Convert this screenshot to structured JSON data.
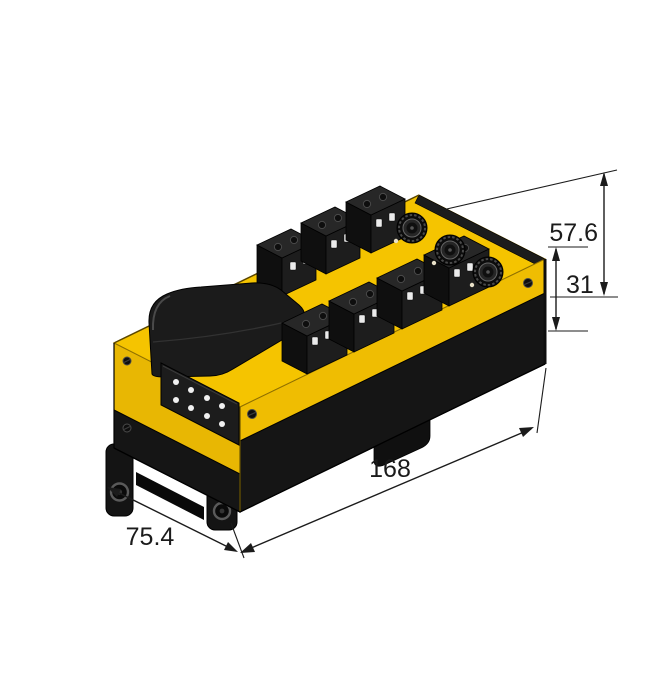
{
  "drawing": {
    "dimensions": {
      "total_height": "57.6",
      "module_height": "31",
      "length": "168",
      "width": "75.4"
    },
    "colors": {
      "body_yellow": "#f5c400",
      "body_yellow_side": "#e8b703",
      "body_yellow_front": "#efbd02",
      "chassis_black": "#151515",
      "dimension_line": "#1b1b1b",
      "background": "#ffffff"
    }
  }
}
